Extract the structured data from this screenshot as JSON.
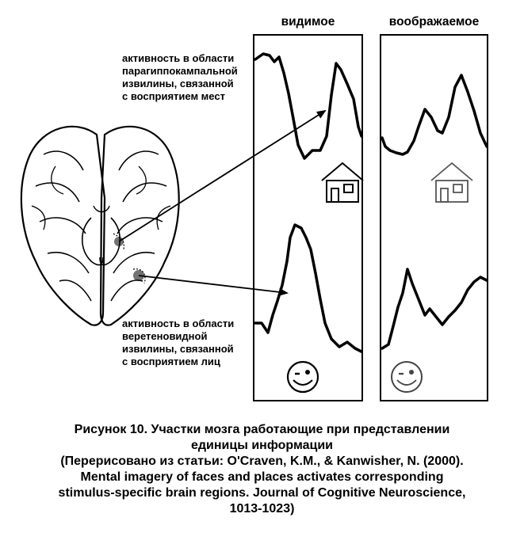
{
  "columns": {
    "seen": "видимое",
    "imagined": "воображаемое"
  },
  "labels": {
    "top": "активность в области\nпарагиппокампальной\nизвилины, связанной\nс восприятием мест",
    "bottom": "активность в области\nверетеновидной\nизвилины, связанной\nс восприятием лиц"
  },
  "caption": {
    "line1": "Рисунок 10. Участки мозга работающие при представлении",
    "line2": "единицы информации",
    "line3": "(Перерисовано из статьи: O'Craven, K.M., & Kanwisher, N. (2000).",
    "line4": "Mental imagery of faces and places activates corresponding",
    "line5": "stimulus-specific brain regions. Journal of Cognitive Neuroscience,",
    "line6": "1013-1023)"
  },
  "icons": [
    "brain-icon",
    "house-icon",
    "smiley-face-icon",
    "winking-face-icon"
  ]
}
